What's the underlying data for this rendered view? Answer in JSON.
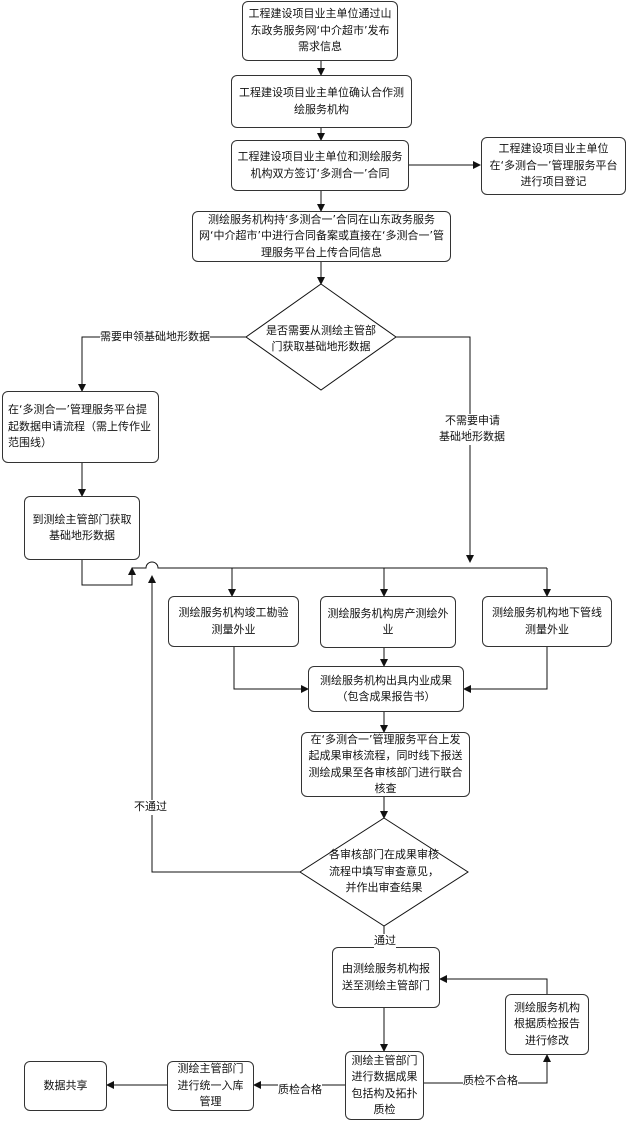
{
  "nodes": {
    "n1": "工程建设项目业主单位通过山东政务服务网‘中介超市’发布需求信息",
    "n2": "工程建设项目业主单位确认合作测绘服务机构",
    "n3": "工程建设项目业主单位和测绘服务机构双方签订‘多测合一’合同",
    "n3r": "工程建设项目业主单位在‘多测合一’管理服务平台进行项目登记",
    "n4": "测绘服务机构持‘多测合一’合同在山东政务服务网‘中介超市’中进行合同备案或直接在‘多测合一’管理服务平台上传合同信息",
    "d1": "是否需要从测绘主管部门获取基础地形数据",
    "l1": "在‘多测合一’管理服务平台提起数据申请流程（需上传作业范围线）",
    "l2": "到测绘主管部门获取基础地形数据",
    "w1": "测绘服务机构竣工勘验测量外业",
    "w2": "测绘服务机构房产测绘外业",
    "w3": "测绘服务机构地下管线测量外业",
    "n5": "测绘服务机构出具内业成果（包含成果报告书）",
    "n6": "在‘多测合一’管理服务平台上发起成果审核流程，同时线下报送测绘成果至各审核部门进行联合核查",
    "d2": "各审核部门在成果审核流程中填写审查意见，并作出审查结果",
    "n7": "由测绘服务机构报送至测绘主管部门",
    "n8": "测绘主管部门进行数据成果包括构及拓扑质检",
    "n9": "测绘服务机构根据质检报告进行修改",
    "n10": "测绘主管部门进行统一入库管理",
    "n11": "数据共享"
  },
  "edge_labels": {
    "need": "需要申领基础地形数据",
    "noneed_1": "不需要申请",
    "noneed_2": "基础地形数据",
    "fail": "不通过",
    "pass": "通过",
    "qc_fail": "质检不合格",
    "qc_pass": "质检合格"
  }
}
